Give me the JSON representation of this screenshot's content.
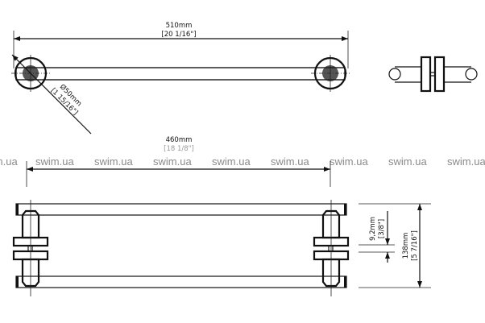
{
  "top_view": {
    "length_mm": "510mm",
    "length_in": "[20 1/16\"]",
    "diameter_mm": "Ø50mm",
    "diameter_in": "[1 15/16\"]"
  },
  "front_view": {
    "width_mm": "460mm",
    "width_in": "[18 1/8\"]",
    "height_mm": "138mm",
    "height_in": "[5 7/16\"]",
    "gap_mm": "9,2mm",
    "gap_in": "[3/8\"]"
  },
  "watermark": {
    "text": "swim.ua",
    "color": "#8a8a8a"
  }
}
